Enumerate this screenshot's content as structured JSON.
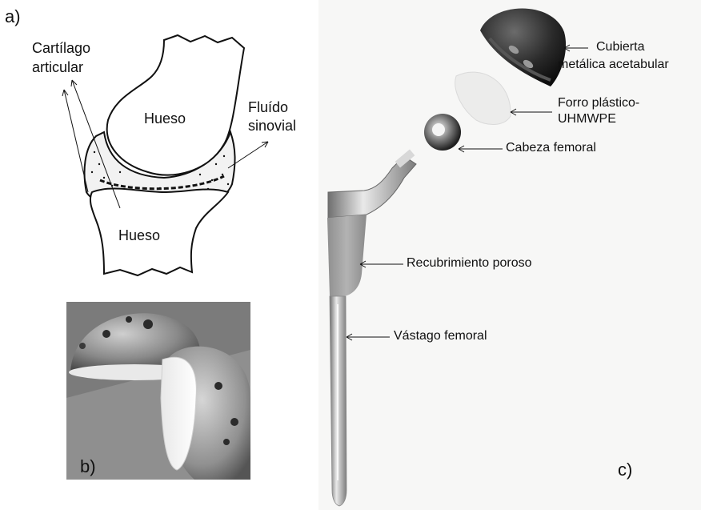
{
  "panel_a": {
    "letter": "a)",
    "cartilage_label_line1": "Cartílago",
    "cartilage_label_line2": "articular",
    "synovial_label_line1": "Fluído",
    "synovial_label_line2": "sinovial",
    "bone_top": "Hueso",
    "bone_bottom": "Hueso"
  },
  "panel_b": {
    "letter": "b)"
  },
  "panel_c": {
    "letter": "c)",
    "shell_line1": "Cubierta",
    "shell_line2": "metálica acetabular",
    "liner_line1": "Forro plástico-",
    "liner_line2": "UHMWPE",
    "head": "Cabeza femoral",
    "porous": "Recubrimiento poroso",
    "stem": "Vástago femoral"
  }
}
